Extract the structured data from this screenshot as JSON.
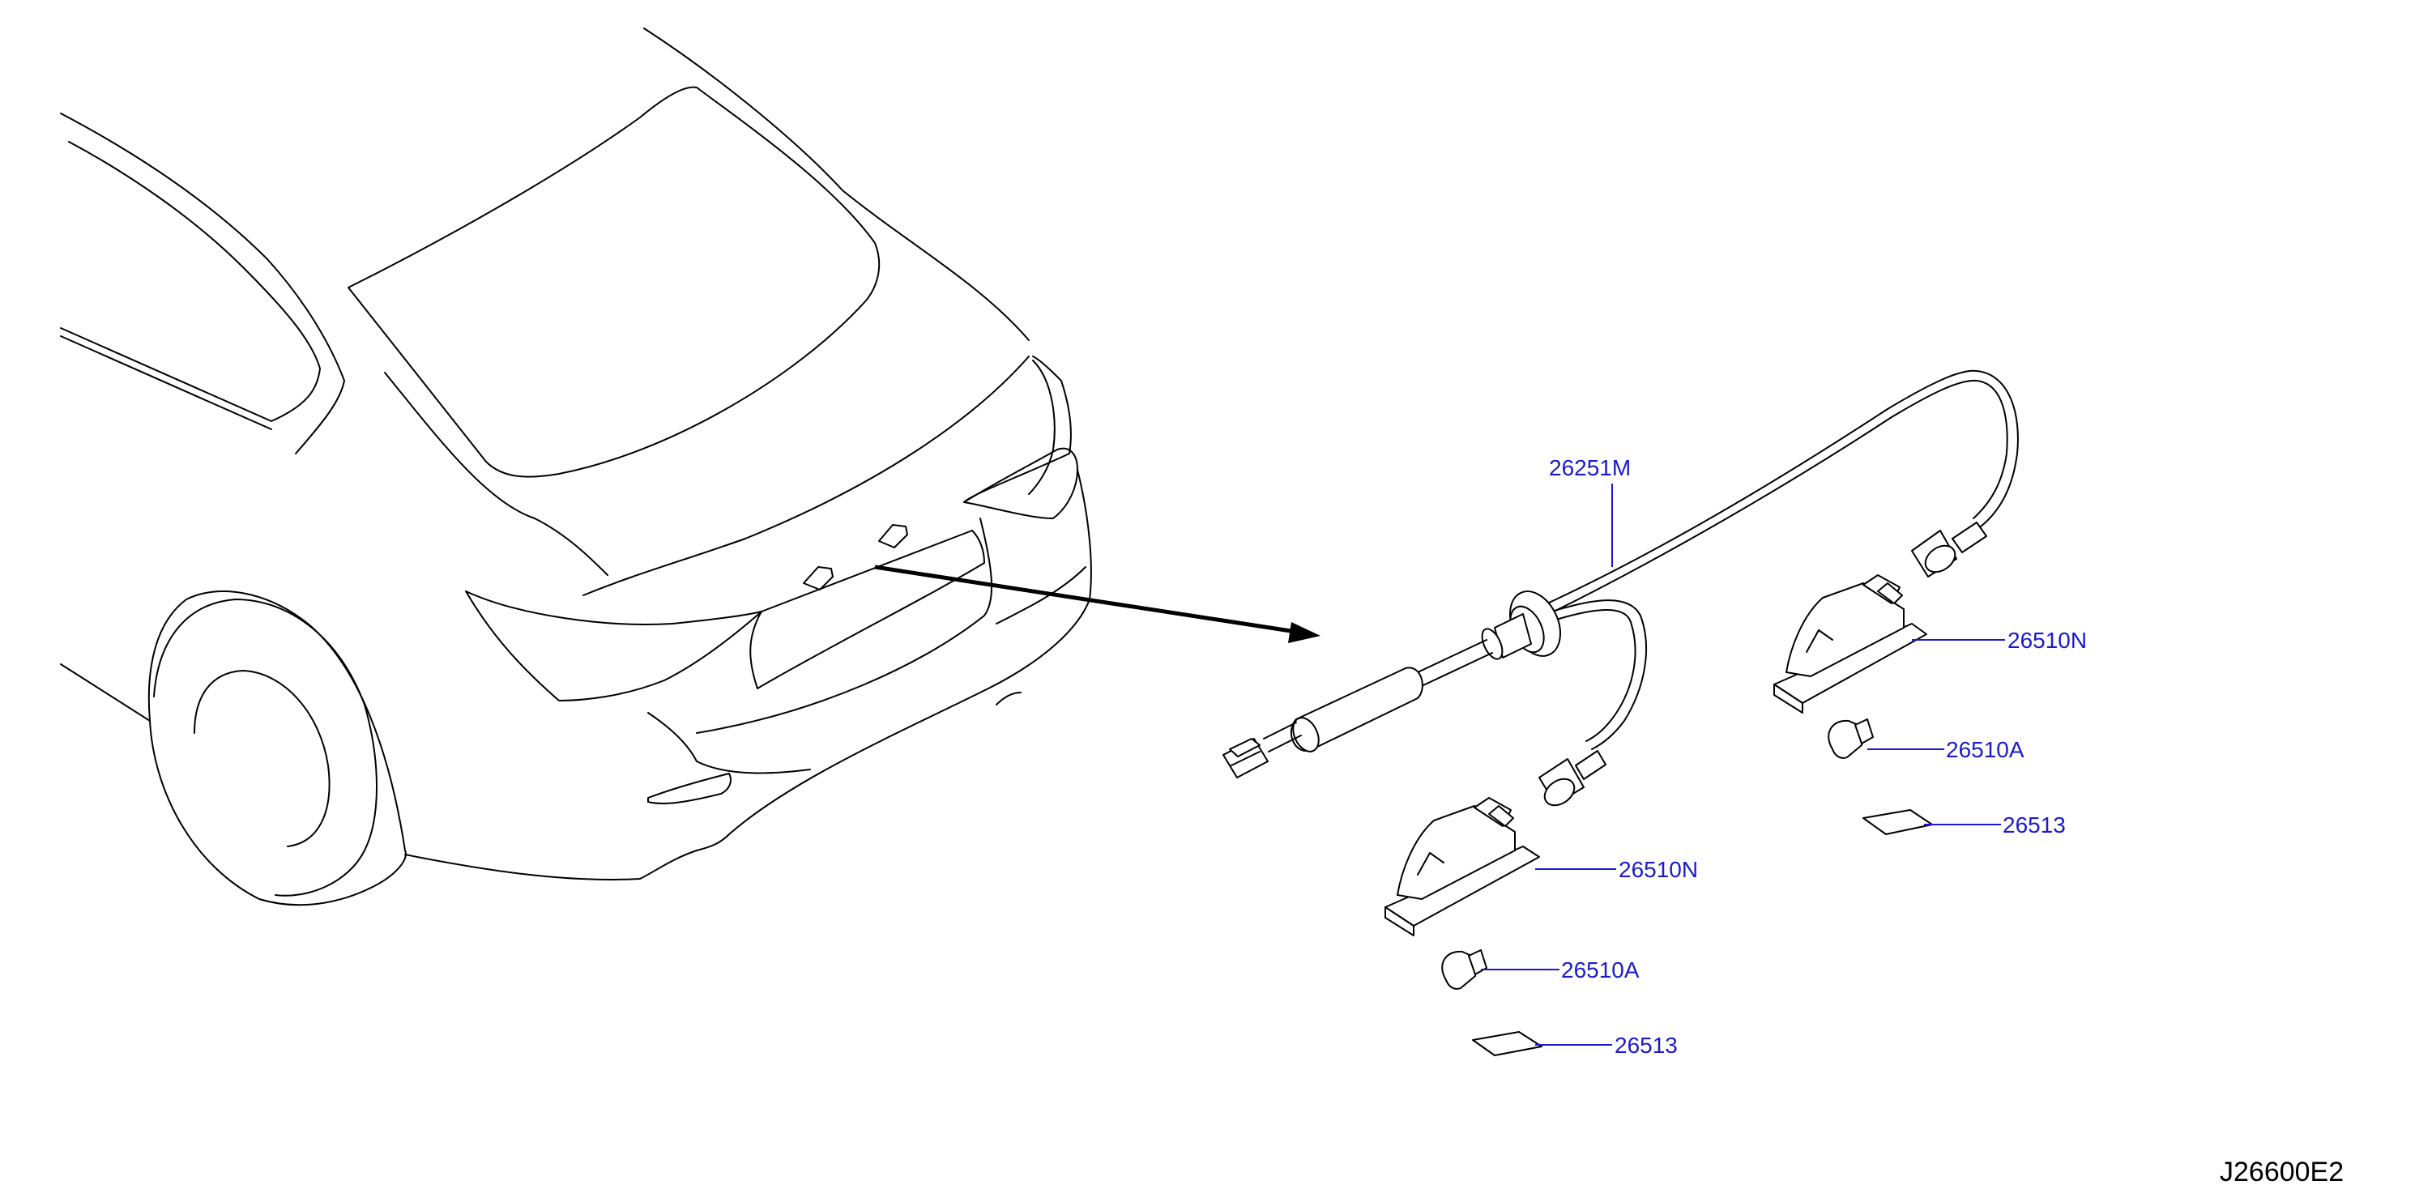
{
  "colors": {
    "line": "#000000",
    "callout": "#1a1acc",
    "background": "#ffffff"
  },
  "callouts": {
    "harness": "26251M",
    "lamp_right": "26510N",
    "bulb_right": "26510A",
    "lens_right": "26513",
    "lamp_left": "26510N",
    "bulb_left": "26510A",
    "lens_left": "26513"
  },
  "diagram_code": "J26600E2"
}
